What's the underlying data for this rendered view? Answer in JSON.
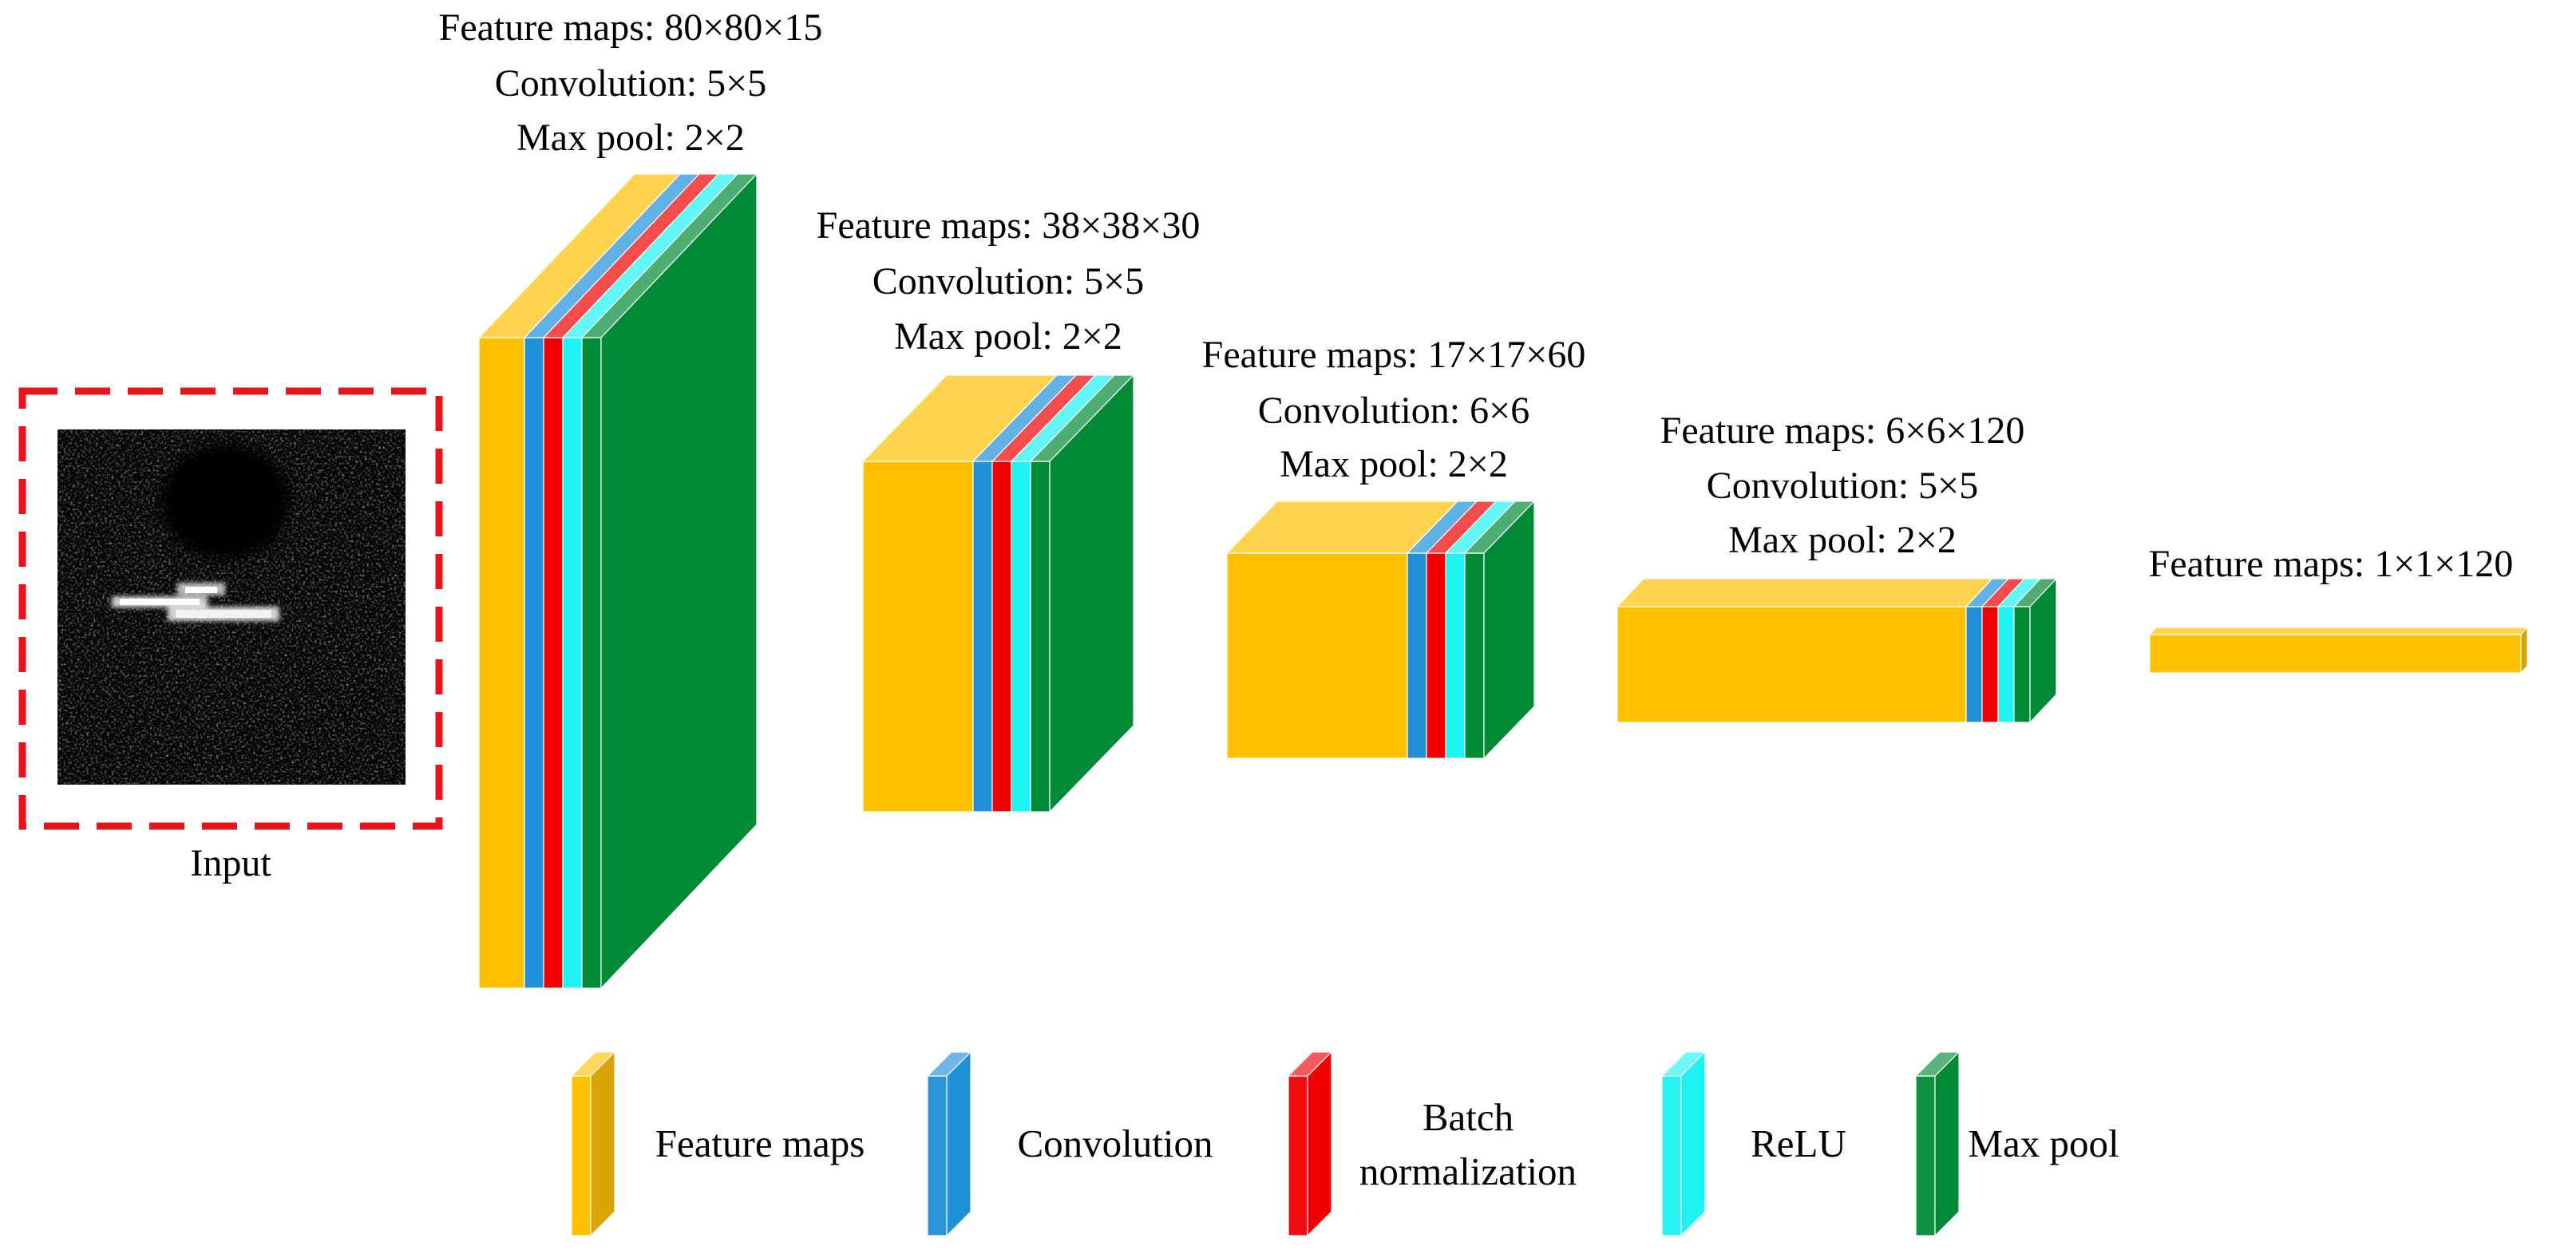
{
  "input": {
    "label": "Input"
  },
  "layers": [
    {
      "lines": [
        "Feature maps: 80×80×15",
        "Convolution: 5×5",
        "Max pool: 2×2"
      ]
    },
    {
      "lines": [
        "Feature maps: 38×38×30",
        "Convolution: 5×5",
        "Max pool: 2×2"
      ]
    },
    {
      "lines": [
        "Feature maps: 17×17×60",
        "Convolution: 6×6",
        "Max pool: 2×2"
      ]
    },
    {
      "lines": [
        "Feature maps: 6×6×120",
        "Convolution: 5×5",
        "Max pool: 2×2"
      ]
    },
    {
      "lines": [
        "Feature maps: 1×1×120"
      ]
    }
  ],
  "legend": [
    {
      "label": "Feature maps",
      "color": "#FFC000"
    },
    {
      "label": "Convolution",
      "color": "#1F8FD8"
    },
    {
      "label_lines": [
        "Batch",
        "normalization"
      ],
      "color": "#F00000"
    },
    {
      "label": "ReLU",
      "color": "#1EF2F2"
    },
    {
      "label": "Max pool",
      "color": "#008A35"
    }
  ],
  "colors": {
    "feature_maps": "#FFC000",
    "convolution": "#1F8FD8",
    "batch_normalization": "#F00000",
    "relu": "#1EF2F2",
    "max_pool": "#008A35",
    "input_border": "#E8141B"
  }
}
